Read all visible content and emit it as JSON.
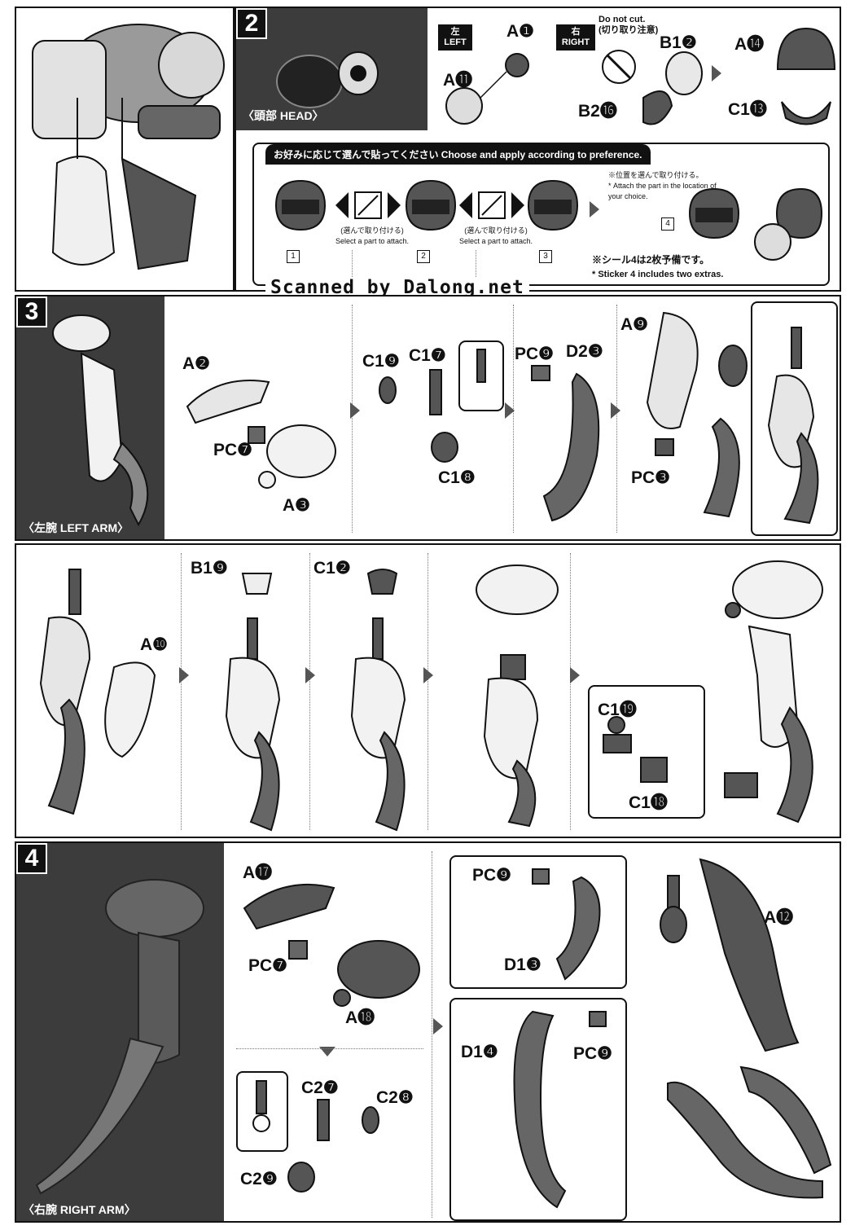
{
  "watermark": "Scanned by Dalong.net",
  "step2": {
    "number": "2",
    "title": "〈頭部 HEAD〉",
    "left_label": "左\nLEFT",
    "right_label": "右\nRIGHT",
    "do_not_cut": "Do not cut.\n(切り取り注意)",
    "parts": {
      "a1": "A❶",
      "a11": "A⓫",
      "b12": "B1❷",
      "b216": "B2⓰",
      "a14": "A⓮",
      "c113": "C1⓭"
    },
    "preference_header": "お好みに応じて選んで貼ってください Choose and apply according to preference.",
    "select_note": "(選んで取り付ける)\nSelect a part to attach.",
    "attach_note": "※位置を選んで取り付ける。\n* Attach the part in the location of your choice.",
    "sticker_nums": [
      "1",
      "2",
      "3",
      "4"
    ],
    "extras_jp": "※シール4は2枚予備です。",
    "extras_en": "* Sticker 4 includes two extras."
  },
  "step3": {
    "number": "3",
    "title": "〈左腕 LEFT ARM〉",
    "parts": {
      "a2": "A❷",
      "pc7": "PC❼",
      "a3": "A❸",
      "c19": "C1❾",
      "c17": "C1❼",
      "c18": "C1❽",
      "pc9": "PC❾",
      "d23": "D2❸",
      "a9": "A❾",
      "pc3": "PC❸",
      "a10": "A❿",
      "b19": "B1❾",
      "c12": "C1❷",
      "c119": "C1⓳",
      "c118": "C1⓲"
    }
  },
  "step4": {
    "number": "4",
    "title": "〈右腕 RIGHT ARM〉",
    "parts": {
      "a17": "A⓱",
      "pc7": "PC❼",
      "a18": "A⓲",
      "c27": "C2❼",
      "c28": "C2❽",
      "c29": "C2❾",
      "pc9a": "PC❾",
      "d13": "D1❸",
      "d14": "D1❹",
      "pc9b": "PC❾",
      "a12": "A⓬"
    }
  }
}
